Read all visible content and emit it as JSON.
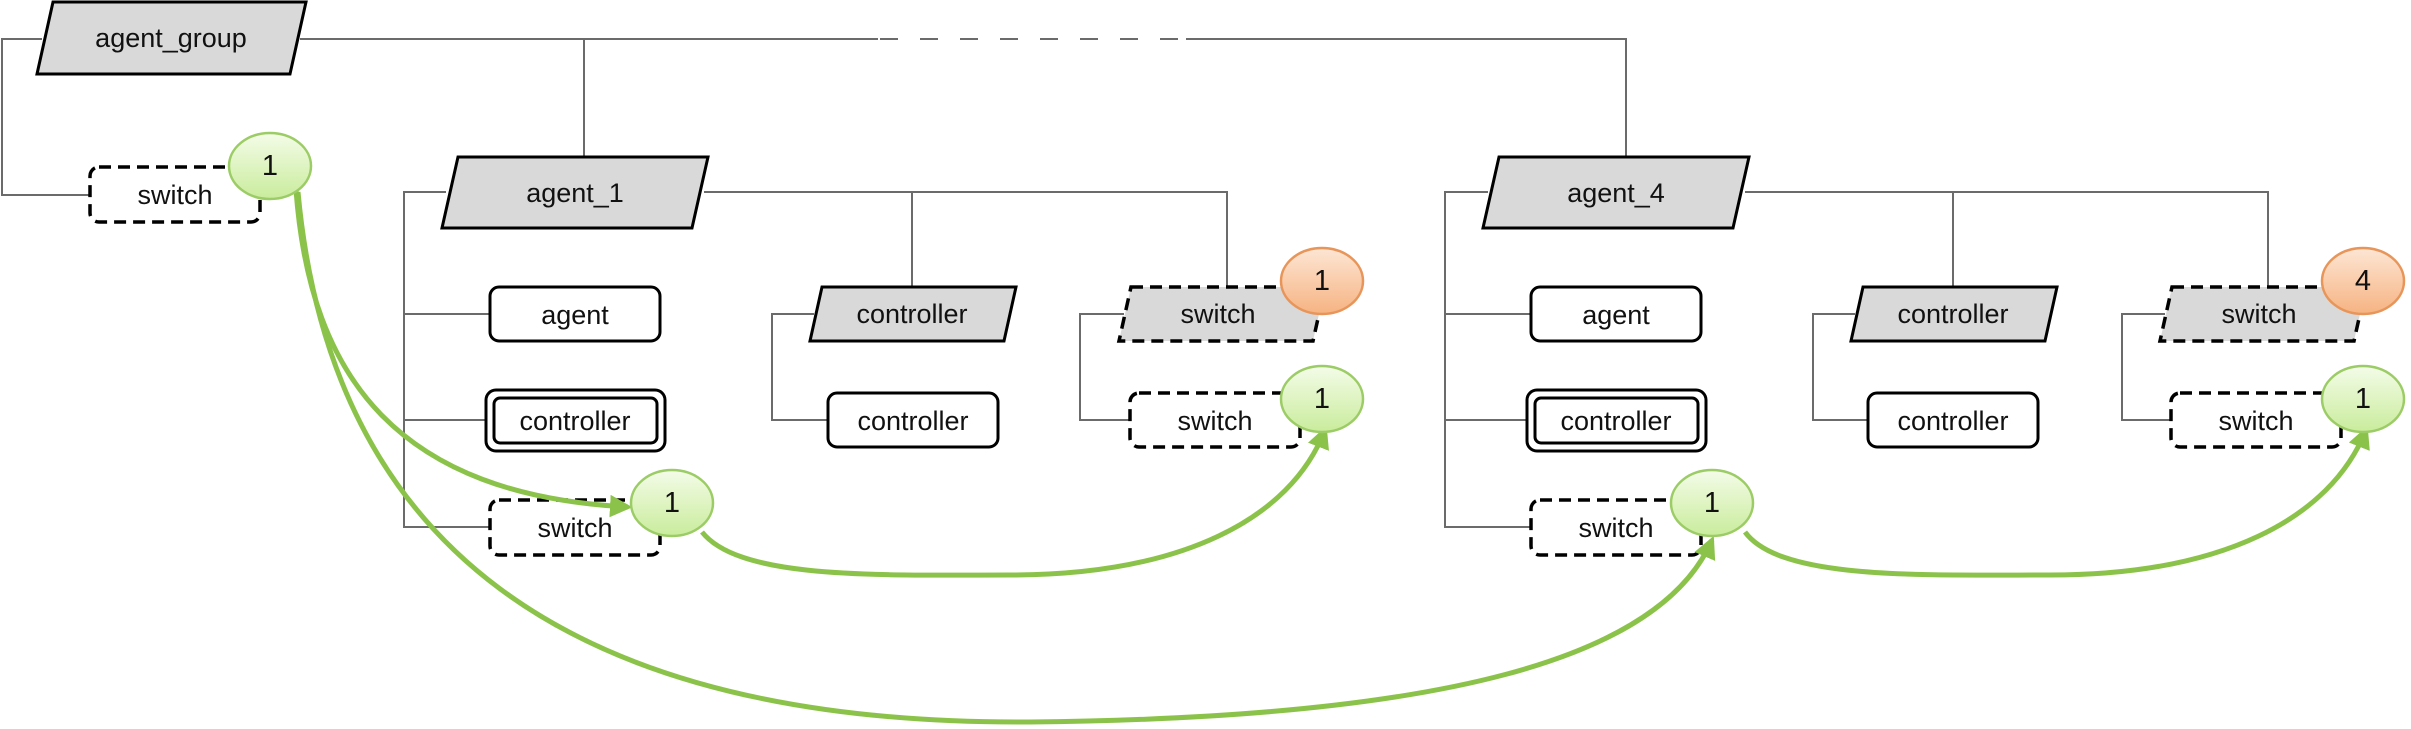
{
  "colors": {
    "node_grey": "#d9d9d9",
    "badge_green": "#dff5c0",
    "badge_green_border": "#9ccc65",
    "badge_orange": "#f8c7a0",
    "badge_orange_border": "#e8955a",
    "arrow": "#8bc34a",
    "tree_line": "#6b6b6b"
  },
  "nodes": {
    "agent_group": "agent_group",
    "root_switch": "switch",
    "agent_1": "agent_1",
    "a1_agent": "agent",
    "a1_controller_double": "controller",
    "a1_switch": "switch",
    "a1_controller_group": "controller",
    "a1_controller_child": "controller",
    "a1_switch_group": "switch",
    "a1_switch_child": "switch",
    "agent_4": "agent_4",
    "a4_agent": "agent",
    "a4_controller_double": "controller",
    "a4_switch": "switch",
    "a4_controller_group": "controller",
    "a4_controller_child": "controller",
    "a4_switch_group": "switch",
    "a4_switch_child": "switch"
  },
  "badges": {
    "root_switch": "1",
    "a1_switch": "1",
    "a1_switch_group": "1",
    "a1_switch_child": "1",
    "a4_switch": "1",
    "a4_switch_group": "4",
    "a4_switch_child": "1"
  }
}
